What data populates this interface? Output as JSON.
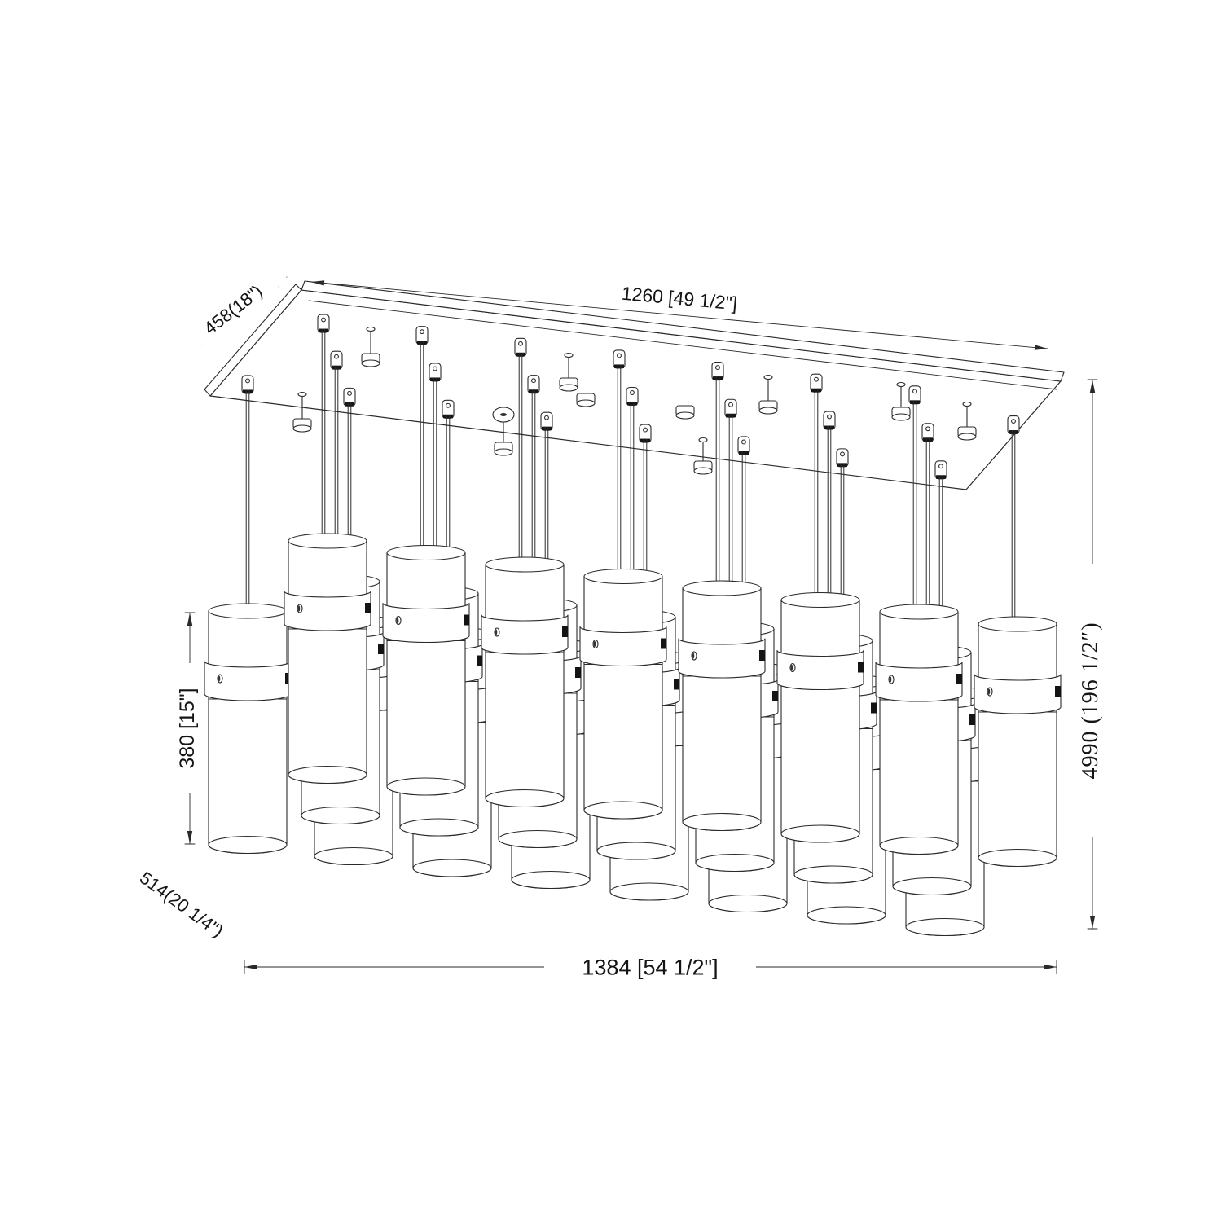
{
  "diagram": {
    "type": "lighting-fixture-dimension-drawing",
    "background_color": "#ffffff",
    "line_color": "#2a2a2a",
    "dimensions": {
      "canopy_length": {
        "label": "1260 [49 1/2\"]"
      },
      "canopy_depth": {
        "label": "458(18\")"
      },
      "overall_drop": {
        "label": "4990 (196 1/2″)"
      },
      "shade_height": {
        "label": "380 [15\"]"
      },
      "fixture_depth": {
        "label": "514(20 1/4\")"
      },
      "fixture_length": {
        "label": "1384 [54 1/2\"]"
      }
    }
  }
}
